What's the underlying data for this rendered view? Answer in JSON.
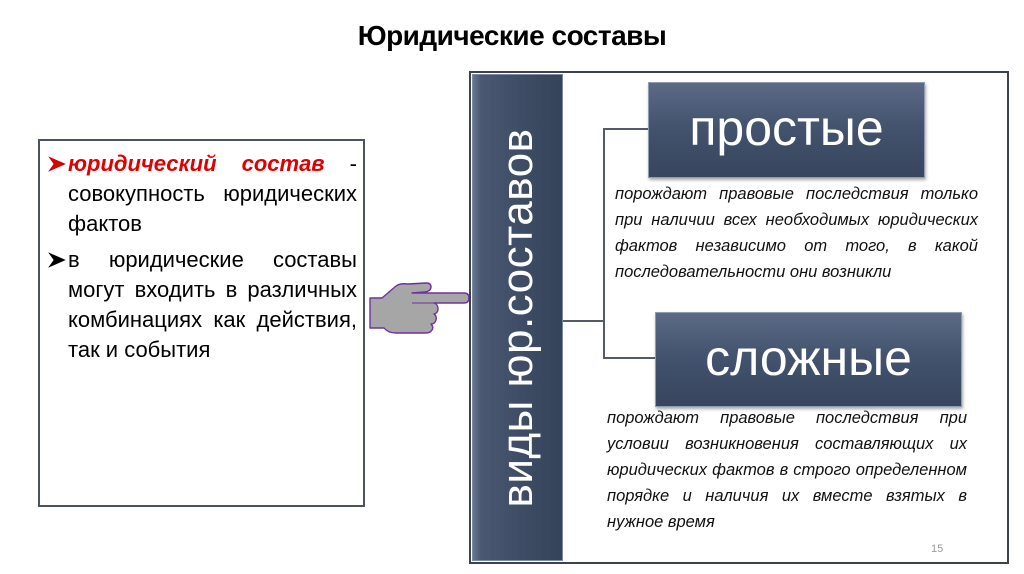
{
  "slide": {
    "title": "Юридические составы",
    "page_number": "15"
  },
  "left_panel": {
    "bullets": [
      {
        "term": "юридический состав",
        "text": " - совокупность юридических фактов",
        "arrow_color": "#e00000"
      },
      {
        "term": "",
        "text": "в юридические составы могут входить в различных комбинациях как действия, так и события",
        "arrow_color": "#000000"
      }
    ]
  },
  "pointer": {
    "icon": "pointing-hand-icon",
    "fill": "#a6a6a6",
    "stroke": "#7030a0"
  },
  "diagram": {
    "vertical_label": "виды юр.составов",
    "types": [
      {
        "label": "простые",
        "description": "порождают правовые последствия только при наличии всех необходимых юридических фактов независимо от того, в какой последовательности они возникли"
      },
      {
        "label": "сложные",
        "description": "порождают правовые последствия при условии возникновения составляющих их юридических фактов в строго определенном порядке и наличия их вместе взятых в нужное время"
      }
    ]
  },
  "colors": {
    "box_dark": "#3f4d66",
    "term_red": "#e00000",
    "border": "#3d434d"
  }
}
